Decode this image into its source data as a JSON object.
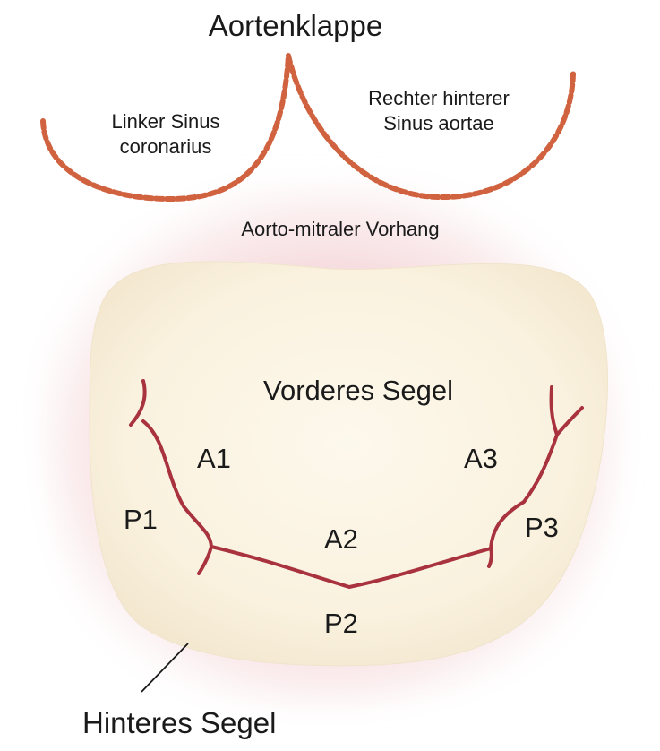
{
  "labels": {
    "title": "Aortenklappe",
    "left_sinus": [
      "Linker Sinus",
      "coronarius"
    ],
    "right_sinus": [
      "Rechter hinterer",
      "Sinus aortae"
    ],
    "curtain": "Aorto-mitraler Vorhang",
    "anterior_leaflet": "Vorderes Segel",
    "a1": "A1",
    "a2": "A2",
    "a3": "A3",
    "p1": "P1",
    "p2": "P2",
    "p3": "P3",
    "posterior_leaflet": "Hinteres Segel"
  },
  "colors": {
    "sinus_outline": "#d0623f",
    "coaptation_line": "#a8323e",
    "annulus_glow": "#f1c8cc",
    "leaflet_fill": "#fbf5e6",
    "text": "#1a1a1a"
  }
}
